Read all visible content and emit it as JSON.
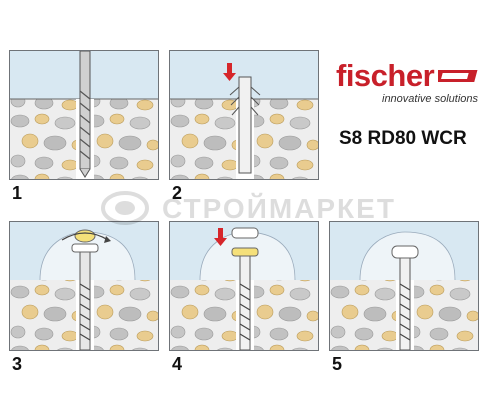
{
  "brand": {
    "name": "fischer",
    "tagline": "innovative solutions",
    "accent_color": "#c8202a"
  },
  "product": {
    "code": "S8 RD80 WCR"
  },
  "steps": [
    {
      "number": "1",
      "icon": "drill-bit-icon"
    },
    {
      "number": "2",
      "icon": "insert-plug-arrow-icon"
    },
    {
      "number": "3",
      "icon": "screw-rotate-icon"
    },
    {
      "number": "4",
      "icon": "cap-press-arrow-icon"
    },
    {
      "number": "5",
      "icon": "finished-cap-icon"
    }
  ],
  "watermark": {
    "text": "СТРОЙМАРКЕТ"
  },
  "colors": {
    "wall_fill": "#e6e6e6",
    "air": "#d8e8f2",
    "stone_gray": "#bdbdbd",
    "stone_beige": "#e9cc8f",
    "arrow_red": "#d6262b"
  }
}
